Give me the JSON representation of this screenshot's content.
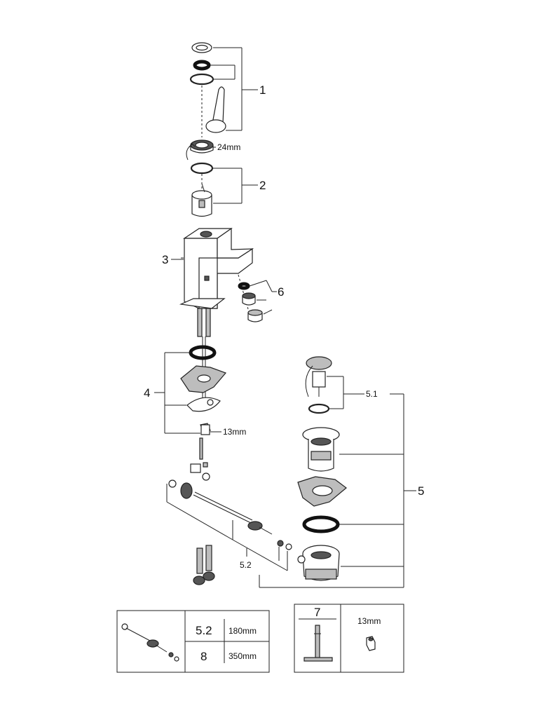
{
  "callouts": {
    "part_1": "1",
    "part_2": "2",
    "part_3": "3",
    "part_4": "4",
    "part_5": "5",
    "part_5_1": "5.1",
    "part_5_2": "5.2",
    "part_6": "6"
  },
  "dimensions": {
    "cartridge_nut": "24mm",
    "mounting_nut": "13mm"
  },
  "table_rods": {
    "rows": [
      {
        "part": "5.2",
        "length": "180mm"
      },
      {
        "part": "8",
        "length": "350mm"
      }
    ]
  },
  "table_tool": {
    "part": "7",
    "size": "13mm"
  }
}
